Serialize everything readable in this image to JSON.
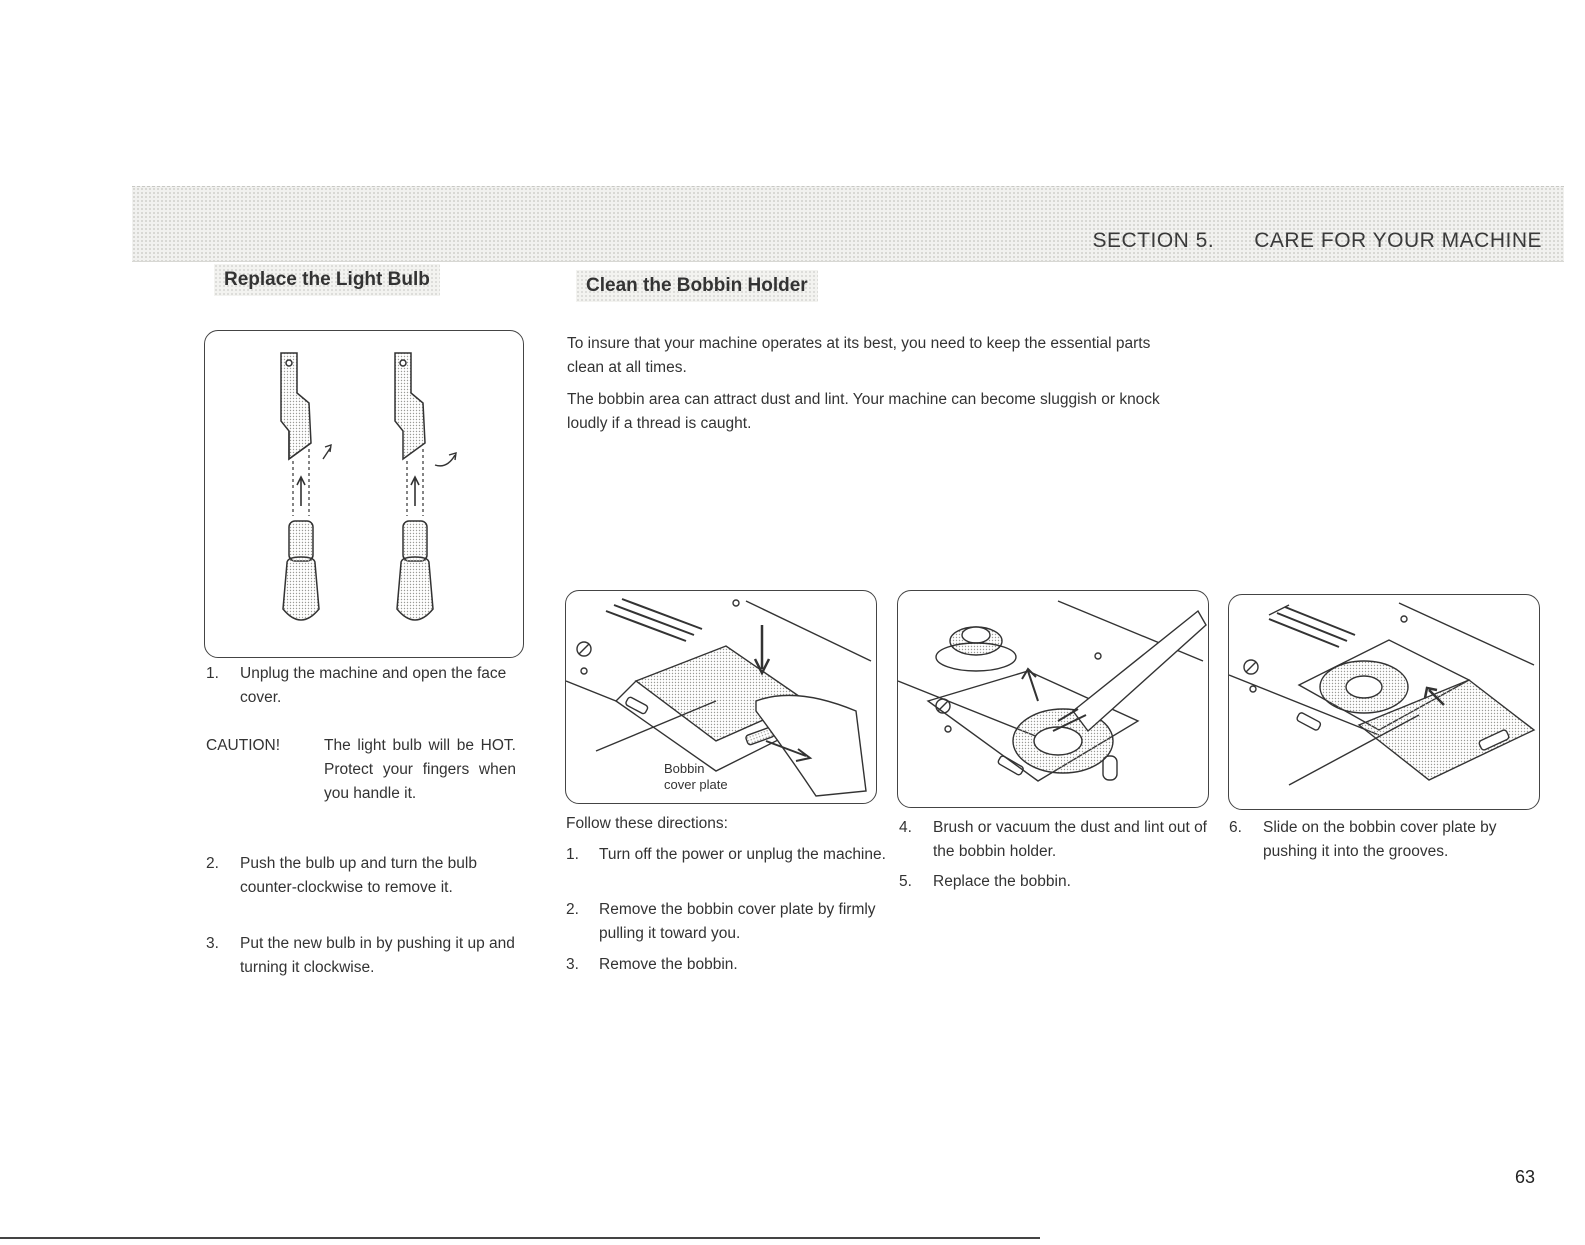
{
  "header": {
    "section": "SECTION 5.",
    "title": "CARE FOR YOUR MACHINE"
  },
  "light_bulb": {
    "heading": "Replace the Light Bulb",
    "step1": {
      "num": "1.",
      "text": "Unplug the machine and open the face cover."
    },
    "caution": {
      "label": "CAUTION!",
      "text": "The light bulb will be HOT. Protect your fingers when you handle it."
    },
    "step2": {
      "num": "2.",
      "text": "Push the bulb up and turn the bulb counter-clockwise to remove it."
    },
    "step3": {
      "num": "3.",
      "text": "Put the new bulb in by pushing it up and turning it clockwise."
    }
  },
  "bobbin": {
    "heading": "Clean the Bobbin Holder",
    "intro1": "To insure that your machine operates at its best, you need to keep the essential parts clean at all times.",
    "intro2": "The bobbin area can attract dust and lint. Your machine can become sluggish or knock loudly if a thread is caught.",
    "figure_label_line1": "Bobbin",
    "figure_label_line2": "cover plate",
    "follow": "Follow these directions:",
    "steps": [
      {
        "num": "1.",
        "text": "Turn off the power or unplug the machine."
      },
      {
        "num": "2.",
        "text": "Remove the bobbin cover plate by firmly pulling it toward you."
      },
      {
        "num": "3.",
        "text": "Remove the bobbin."
      },
      {
        "num": "4.",
        "text": "Brush or vacuum the dust and lint out of the bobbin holder."
      },
      {
        "num": "5.",
        "text": "Replace the bobbin."
      },
      {
        "num": "6.",
        "text": "Slide on the bobbin cover plate by pushing it into the grooves."
      }
    ]
  },
  "page_number": "63",
  "colors": {
    "ink": "#333333",
    "banner": "#f1f1ef",
    "stipple": "#cfcfcb"
  }
}
